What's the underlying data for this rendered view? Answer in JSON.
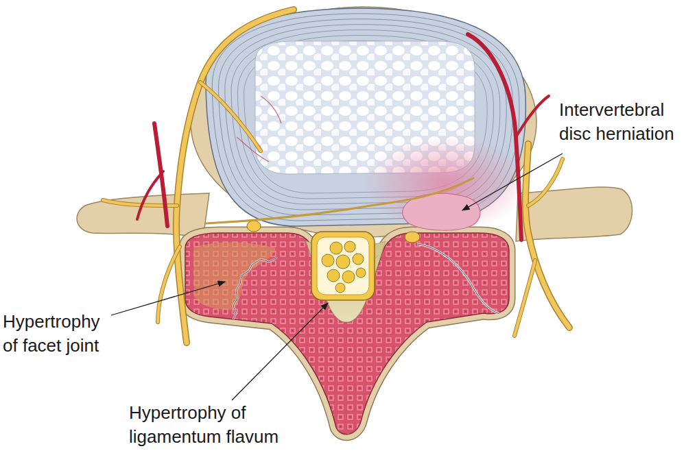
{
  "diagram": {
    "labels": [
      "Intervertebral disc herniation",
      "Hypertrophy of facet joint",
      "Hypertrophy of ligamentum flavum"
    ]
  }
}
